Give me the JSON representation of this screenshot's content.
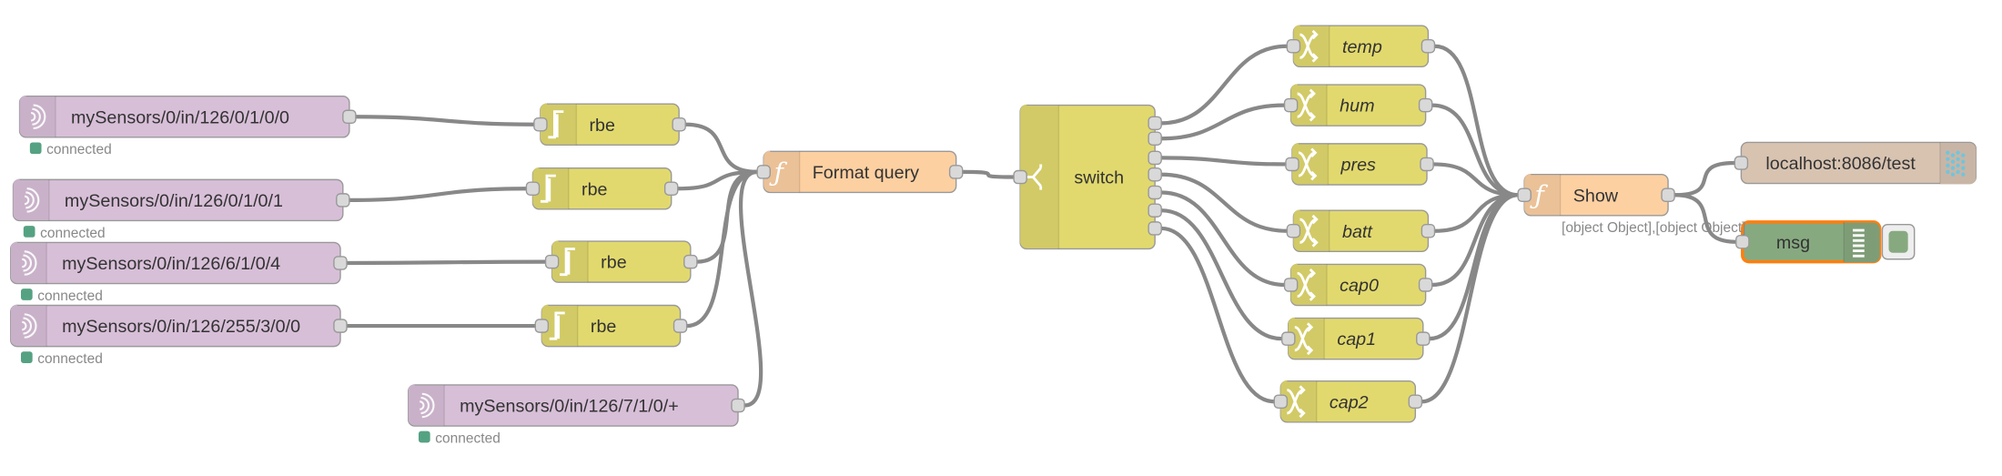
{
  "colors": {
    "mysensors": "#d8bfd8",
    "rbe": "#e2d96e",
    "function": "#fdd0a2",
    "switch": "#e2d96e",
    "change": "#e2d96e",
    "influxdb": "#d8c3b1",
    "debug": "#87a980",
    "debug_selected_border": "#ff7f0e",
    "status_connected": "#55a283",
    "wire": "#888888"
  },
  "nodes": {
    "s1": {
      "type": "mysensors",
      "label": "mySensors/0/in/126/0/1/0/0",
      "status": "connected",
      "icon": "wireless-icon"
    },
    "s2": {
      "type": "mysensors",
      "label": "mySensors/0/in/126/0/1/0/1",
      "status": "connected",
      "icon": "wireless-icon"
    },
    "s3": {
      "type": "mysensors",
      "label": "mySensors/0/in/126/6/1/0/4",
      "status": "connected",
      "icon": "wireless-icon"
    },
    "s4": {
      "type": "mysensors",
      "label": "mySensors/0/in/126/255/3/0/0",
      "status": "connected",
      "icon": "wireless-icon"
    },
    "s5": {
      "type": "mysensors",
      "label": "mySensors/0/in/126/7/1/0/+",
      "status": "connected",
      "icon": "wireless-icon"
    },
    "r1": {
      "type": "rbe",
      "label": "rbe",
      "icon": "rbe-icon"
    },
    "r2": {
      "type": "rbe",
      "label": "rbe",
      "icon": "rbe-icon"
    },
    "r3": {
      "type": "rbe",
      "label": "rbe",
      "icon": "rbe-icon"
    },
    "r4": {
      "type": "rbe",
      "label": "rbe",
      "icon": "rbe-icon"
    },
    "fq": {
      "type": "function",
      "label": "Format query",
      "icon": "function-icon"
    },
    "sw": {
      "type": "switch",
      "label": "switch",
      "icon": "switch-icon"
    },
    "c1": {
      "type": "change",
      "label": "temp",
      "icon": "shuffle-icon"
    },
    "c2": {
      "type": "change",
      "label": "hum",
      "icon": "shuffle-icon"
    },
    "c3": {
      "type": "change",
      "label": "pres",
      "icon": "shuffle-icon"
    },
    "c4": {
      "type": "change",
      "label": "batt",
      "icon": "shuffle-icon"
    },
    "c5": {
      "type": "change",
      "label": "cap0",
      "icon": "shuffle-icon"
    },
    "c6": {
      "type": "change",
      "label": "cap1",
      "icon": "shuffle-icon"
    },
    "c7": {
      "type": "change",
      "label": "cap2",
      "icon": "shuffle-icon"
    },
    "sh": {
      "type": "function",
      "label": "Show",
      "status": "[object Object],[object Object]",
      "icon": "function-icon"
    },
    "db": {
      "type": "influxdb",
      "label": "localhost:8086/test",
      "icon": "database-icon"
    },
    "dg": {
      "type": "debug",
      "label": "msg",
      "icon": "debug-icon",
      "selected": true
    }
  }
}
